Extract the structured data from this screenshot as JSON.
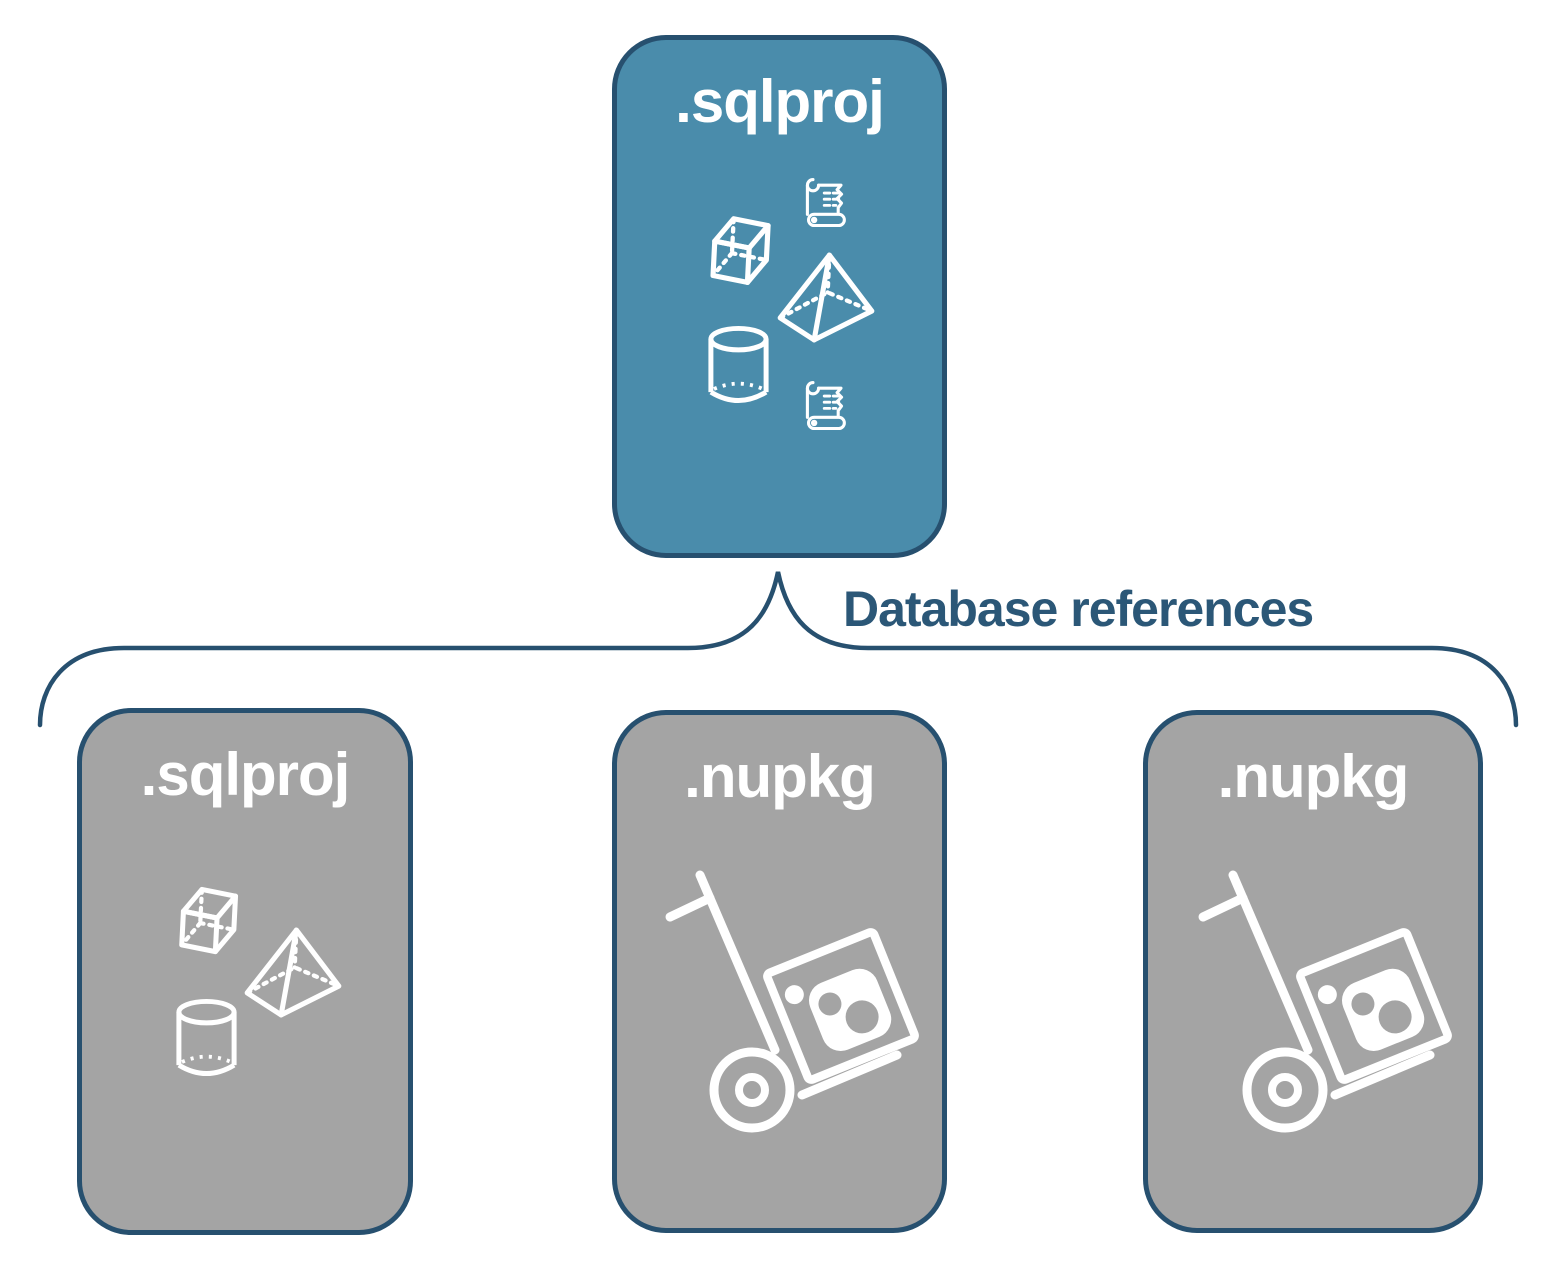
{
  "diagram": {
    "root": {
      "label": ".sqlproj",
      "icons": [
        "cube-icon",
        "scroll-icon",
        "pyramid-icon",
        "cylinder-icon",
        "scroll-icon"
      ]
    },
    "connector": {
      "label": "Database references"
    },
    "references": [
      {
        "label": ".sqlproj",
        "icons": [
          "cube-icon",
          "pyramid-icon",
          "cylinder-icon"
        ]
      },
      {
        "label": ".nupkg",
        "icons": [
          "handtruck-package-icon"
        ]
      },
      {
        "label": ".nupkg",
        "icons": [
          "handtruck-package-icon"
        ]
      }
    ],
    "colors": {
      "root_fill": "#4A8CAB",
      "ref_fill": "#A4A4A4",
      "outline": "#27506F",
      "connector_label": "#2B5777",
      "icon_stroke": "#FFFFFF"
    }
  }
}
